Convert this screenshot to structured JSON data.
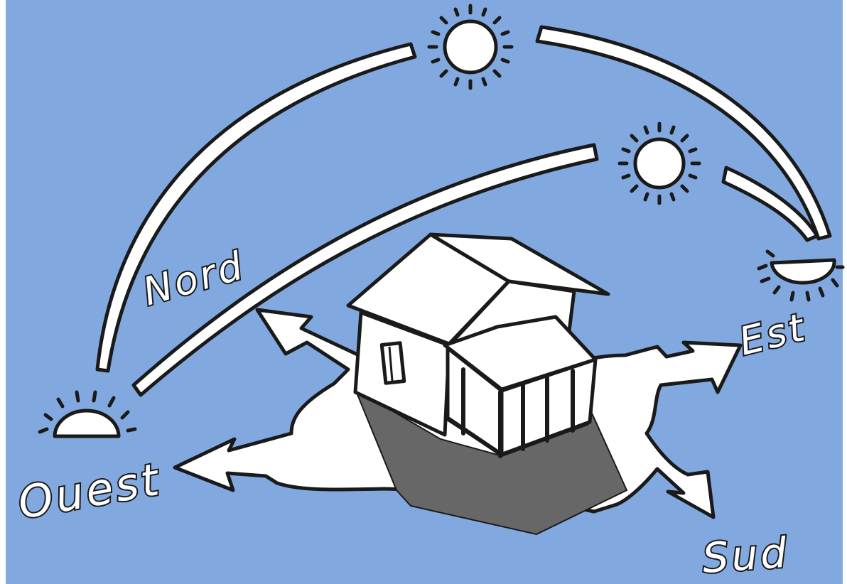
{
  "colors": {
    "sky": "#82a9df",
    "ink": "#1a1a1a",
    "paper": "#ffffff",
    "shadow": "#676767"
  },
  "labels": {
    "north": "Nord",
    "east": "Est",
    "south": "Sud",
    "west": "Ouest"
  },
  "icons": {
    "sun_summer": "sun-icon",
    "sun_winter": "sun-icon",
    "sunrise_east": "sunrise-icon",
    "sunset_west": "sunset-icon",
    "house": "house-icon",
    "compass": "compass-rose-icon"
  }
}
